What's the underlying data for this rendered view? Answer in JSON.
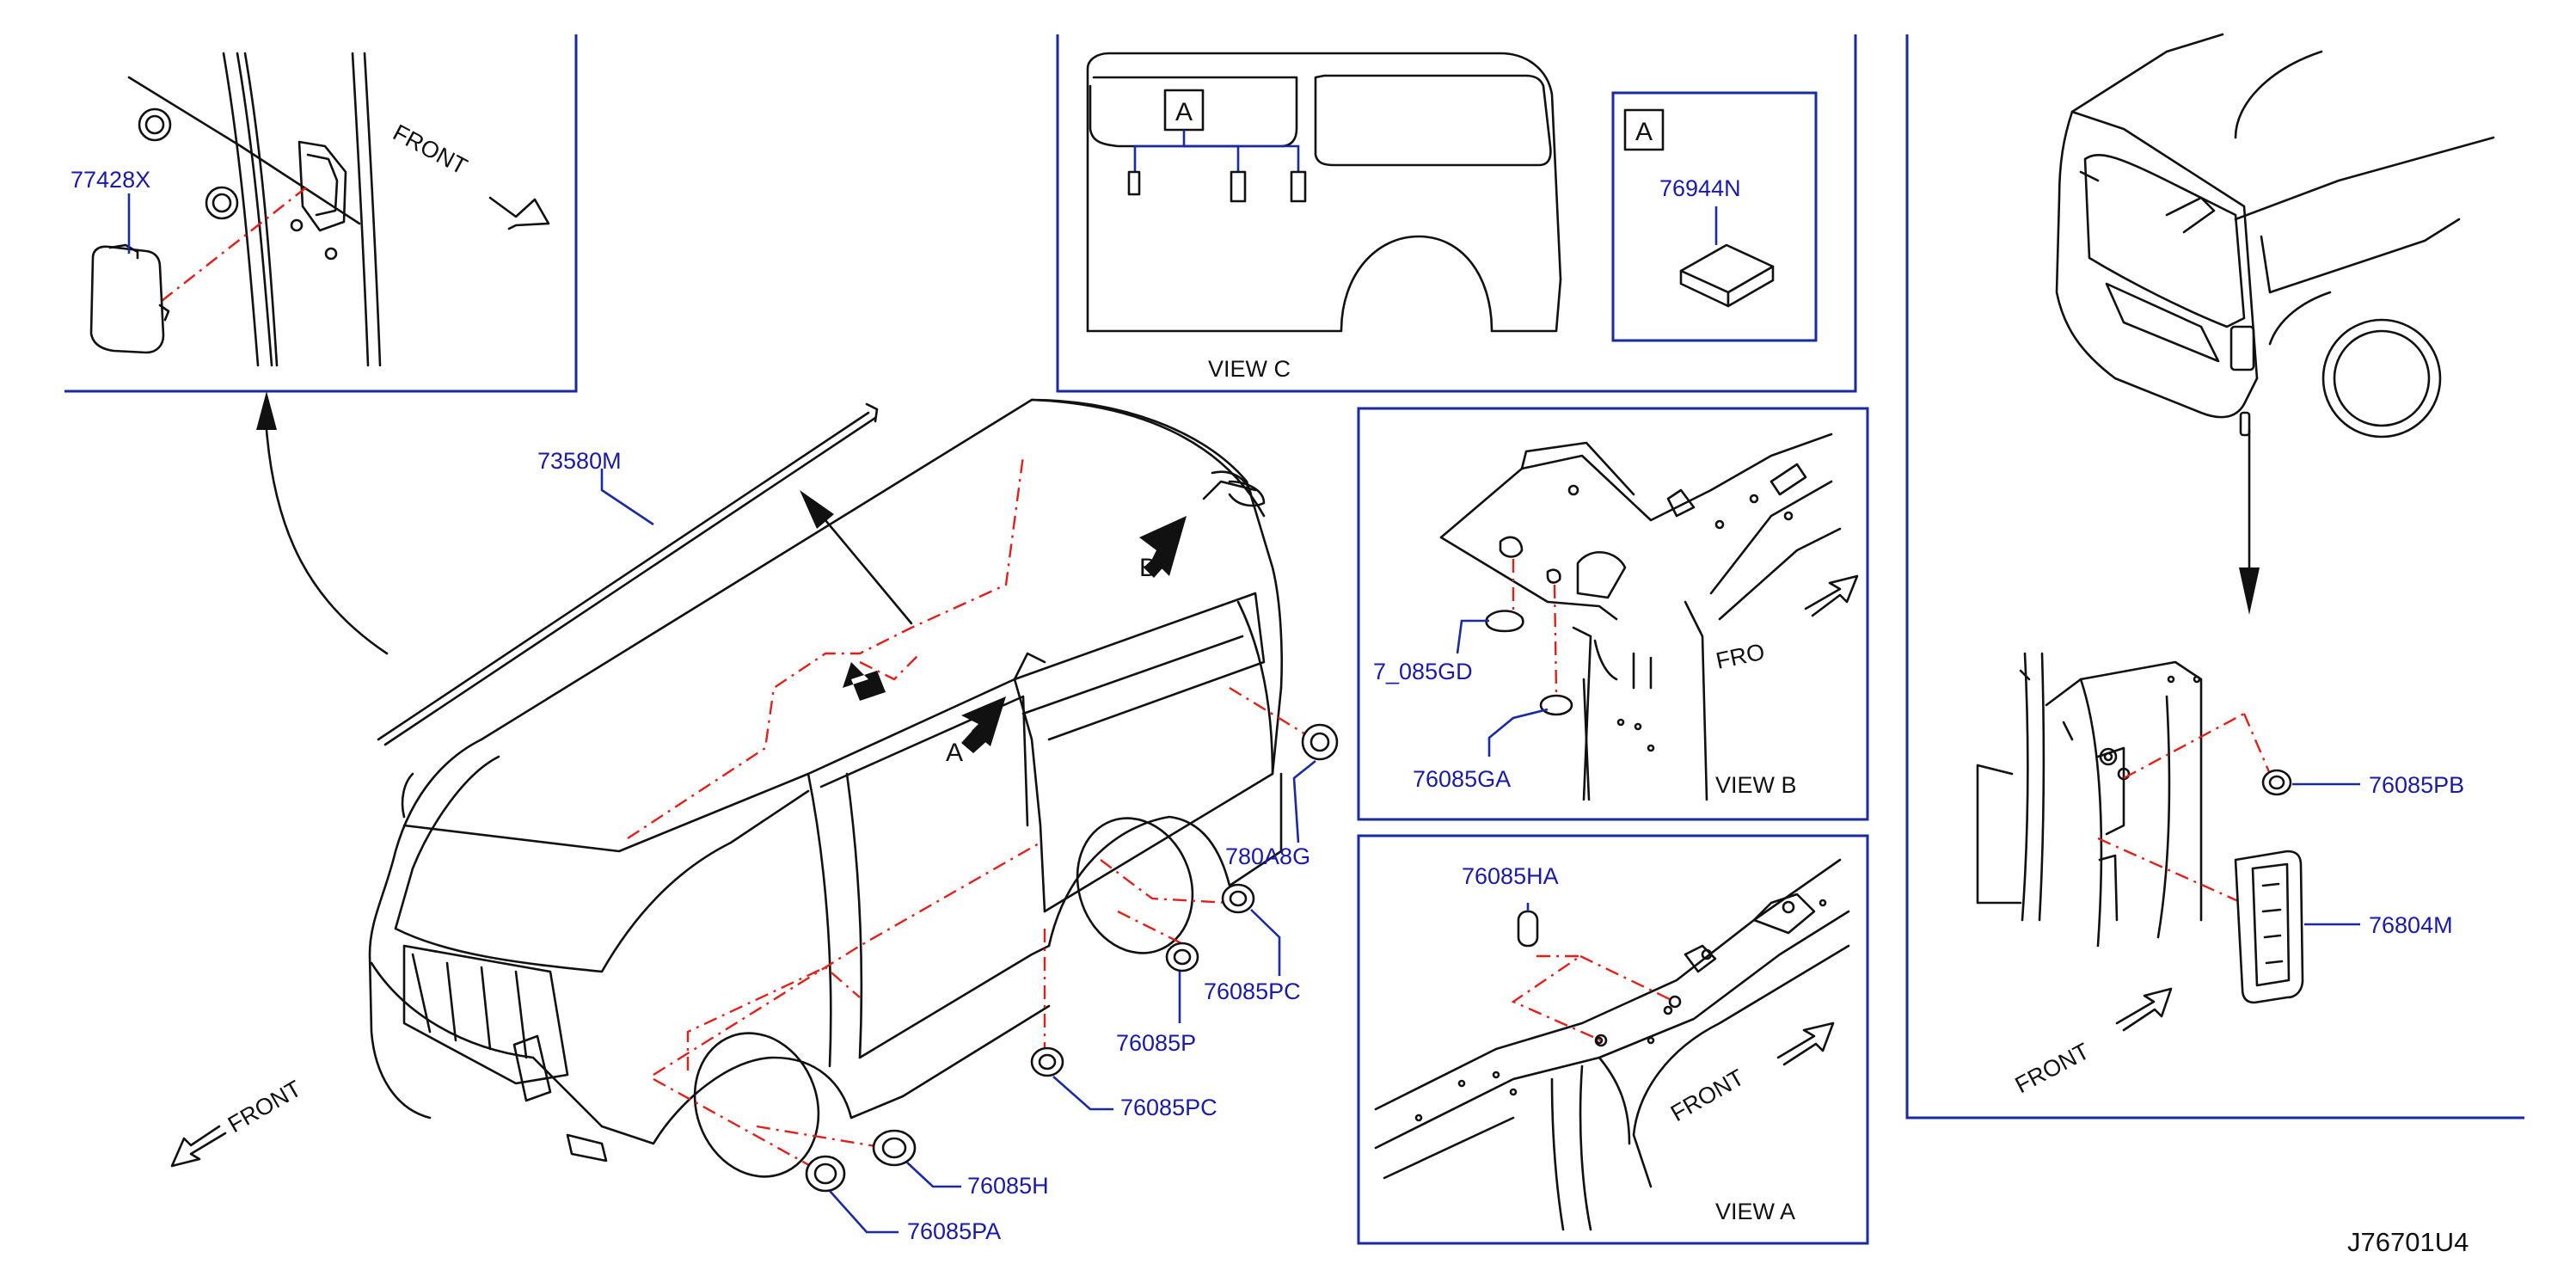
{
  "diagram": {
    "doc_code": "J76701U4",
    "colors": {
      "leader": "#1a2aa0",
      "part_label": "#1a1aa8",
      "dashed_centerline": "#e0201a",
      "linework": "#111111",
      "background": "#ffffff"
    },
    "parts": [
      {
        "id": "77428X"
      },
      {
        "id": "73580M"
      },
      {
        "id": "76944N"
      },
      {
        "id": "780A8G"
      },
      {
        "id": "76085PC"
      },
      {
        "id": "76085P"
      },
      {
        "id": "76085H"
      },
      {
        "id": "76085PA"
      },
      {
        "id": "76085PB"
      },
      {
        "id": "76804M"
      },
      {
        "id": "76085HA"
      },
      {
        "id": "76085GA"
      },
      {
        "id": "7_085GD"
      }
    ],
    "labels": {
      "front": "FRONT",
      "front_partial": "FRO",
      "view_a": "VIEW   A",
      "view_b": "VIEW   B",
      "view_c": "VIEW   C",
      "letter_a": "A",
      "letter_b": "B",
      "box_a": "A",
      "p77428x": "77428X",
      "p73580m": "73580M",
      "p76944n": "76944N",
      "p780a8g": "780A8G",
      "p76085pc": "76085PC",
      "p76085p": "76085P",
      "p76085h": "76085H",
      "p76085pa": "76085PA",
      "p76085pb": "76085PB",
      "p76804m": "76804M",
      "p76085ha": "76085HA",
      "p76085ga": "76085GA",
      "p76085gd": "7_085GD"
    },
    "icons": [
      "grommet-icon",
      "plug-icon",
      "front-arrow-icon",
      "view-arrow-icon",
      "pad-icon",
      "mudflap-icon",
      "molding-icon"
    ]
  }
}
